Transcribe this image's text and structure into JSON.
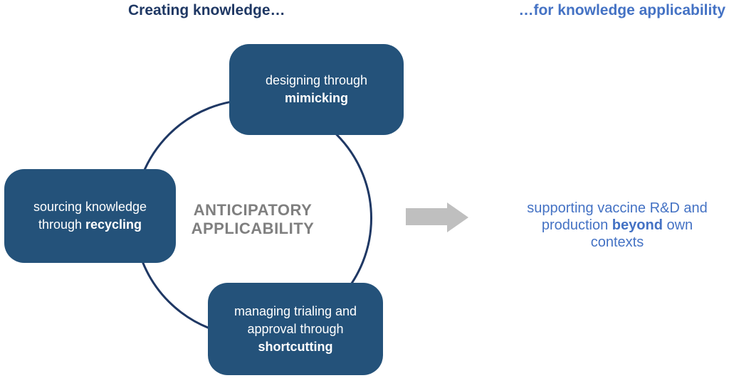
{
  "headers": {
    "left": "Creating knowledge…",
    "right": "…for knowledge applicability"
  },
  "cycle": {
    "center_label": {
      "line1": "ANTICIPATORY",
      "line2": "APPLICABILITY"
    },
    "nodes": {
      "top": {
        "line1": "designing through",
        "bold": "mimicking"
      },
      "left": {
        "line1": "sourcing knowledge",
        "line2_prefix": "through ",
        "bold": "recycling"
      },
      "bottom": {
        "line1": "managing trialing and",
        "line2": "approval through",
        "bold": "shortcutting"
      }
    }
  },
  "outcome": {
    "line1": "supporting vaccine R&D and",
    "line2_prefix": "production ",
    "line2_bold": "beyond",
    "line2_suffix": " own",
    "line3": "contexts"
  },
  "icons": {
    "arrow": "right-block-arrow"
  },
  "colors": {
    "header_left": "#1f3864",
    "header_right": "#4472c4",
    "node_fill": "#24527a",
    "node_text": "#ffffff",
    "circle_stroke": "#1f3864",
    "center_label": "#7f7f7f",
    "arrow_gray": "#bfbfbf",
    "outcome_text": "#4472c4"
  }
}
